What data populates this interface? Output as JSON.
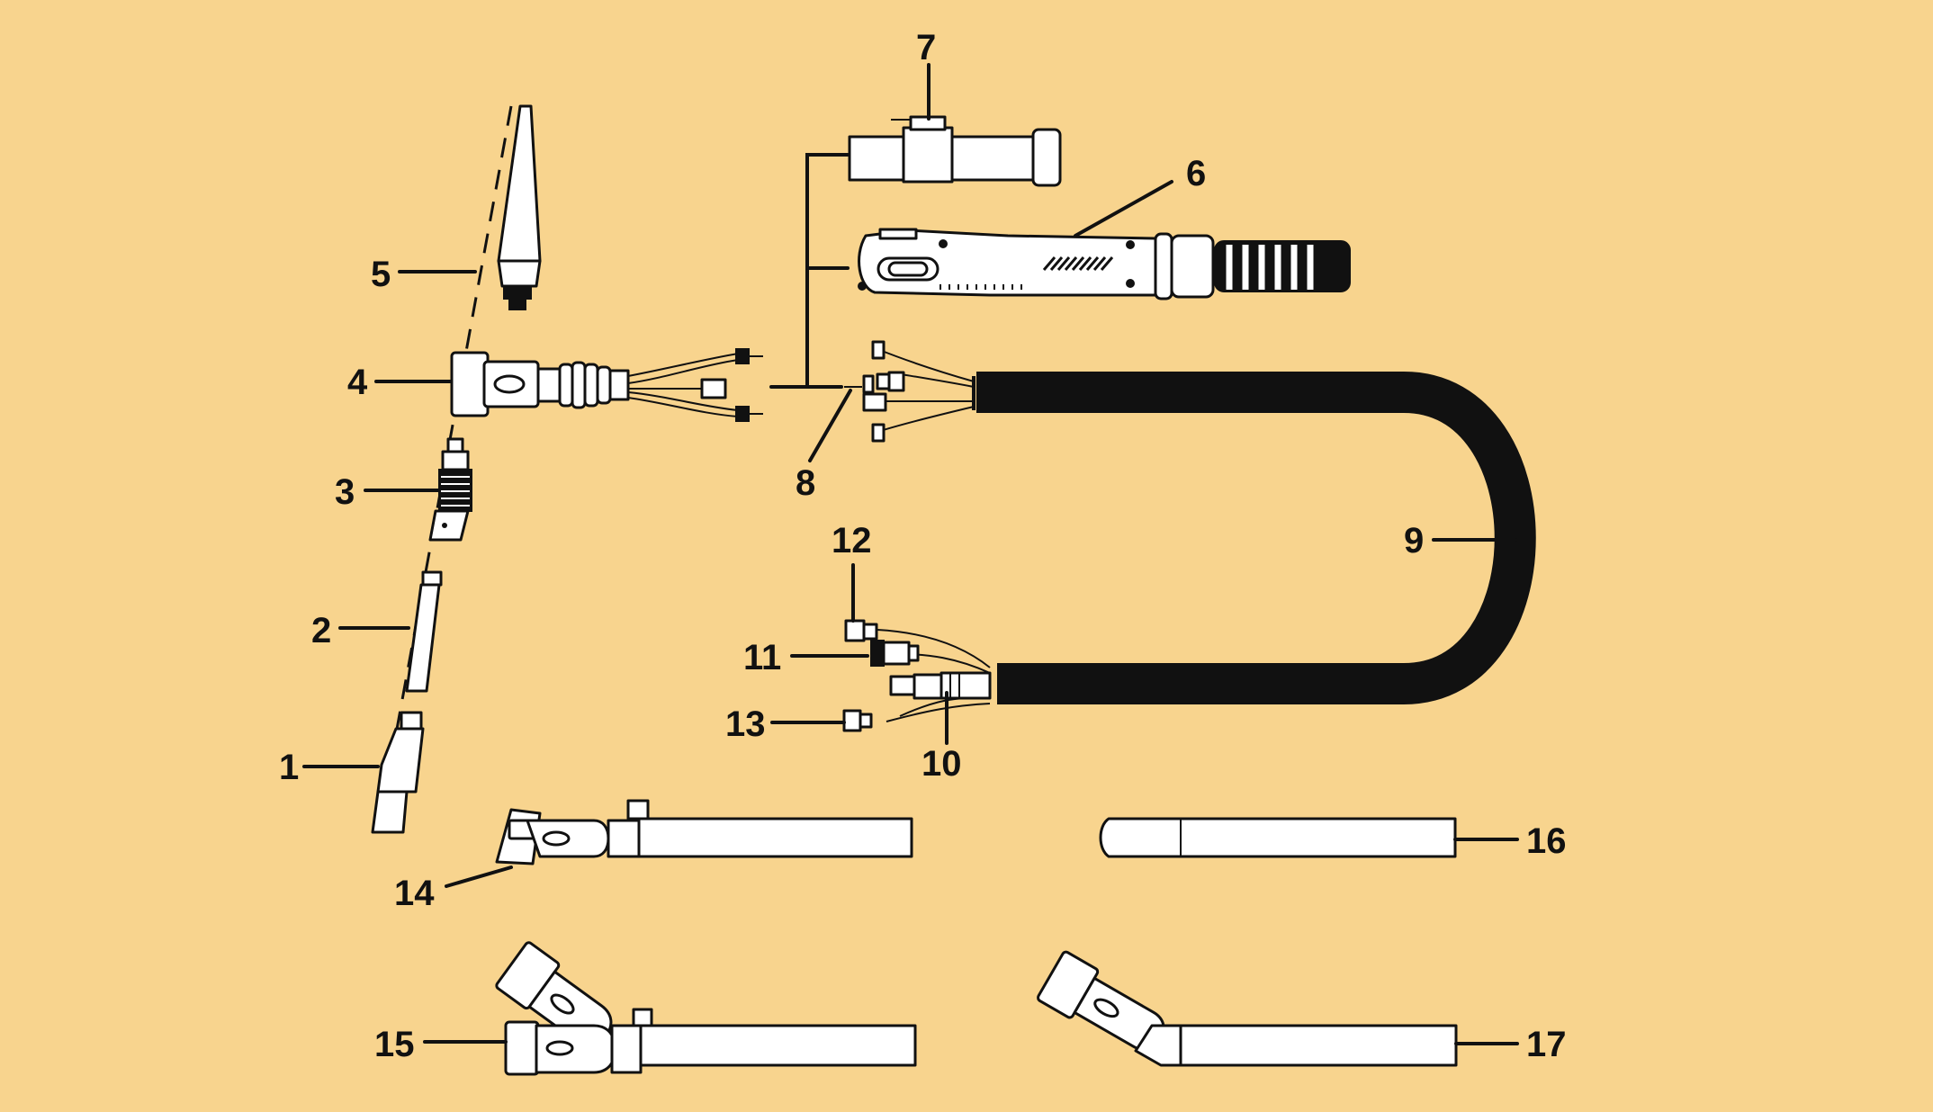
{
  "colors": {
    "background": "#f8d48e",
    "ink": "#111111",
    "part_fill": "#ffffff"
  },
  "callouts": [
    {
      "id": "c1",
      "label": "1",
      "part": "gas-cup"
    },
    {
      "id": "c2",
      "label": "2",
      "part": "collet"
    },
    {
      "id": "c3",
      "label": "3",
      "part": "collet-body"
    },
    {
      "id": "c4",
      "label": "4",
      "part": "torch-body"
    },
    {
      "id": "c5",
      "label": "5",
      "part": "back-cap"
    },
    {
      "id": "c6",
      "label": "6",
      "part": "handle-with-switch"
    },
    {
      "id": "c7",
      "label": "7",
      "part": "plain-handle"
    },
    {
      "id": "c8",
      "label": "8",
      "part": "cable-connectors"
    },
    {
      "id": "c9",
      "label": "9",
      "part": "cable-cover"
    },
    {
      "id": "c10",
      "label": "10",
      "part": "power-cable-fitting"
    },
    {
      "id": "c11",
      "label": "11",
      "part": "control-plug"
    },
    {
      "id": "c12",
      "label": "12",
      "part": "gas-hose-fitting"
    },
    {
      "id": "c13",
      "label": "13",
      "part": "water-hose-fitting"
    },
    {
      "id": "c14",
      "label": "14",
      "part": "rigid-torch"
    },
    {
      "id": "c15",
      "label": "15",
      "part": "adjustable-torch"
    },
    {
      "id": "c16",
      "label": "16",
      "part": "straight-barrel"
    },
    {
      "id": "c17",
      "label": "17",
      "part": "angled-torch"
    }
  ]
}
